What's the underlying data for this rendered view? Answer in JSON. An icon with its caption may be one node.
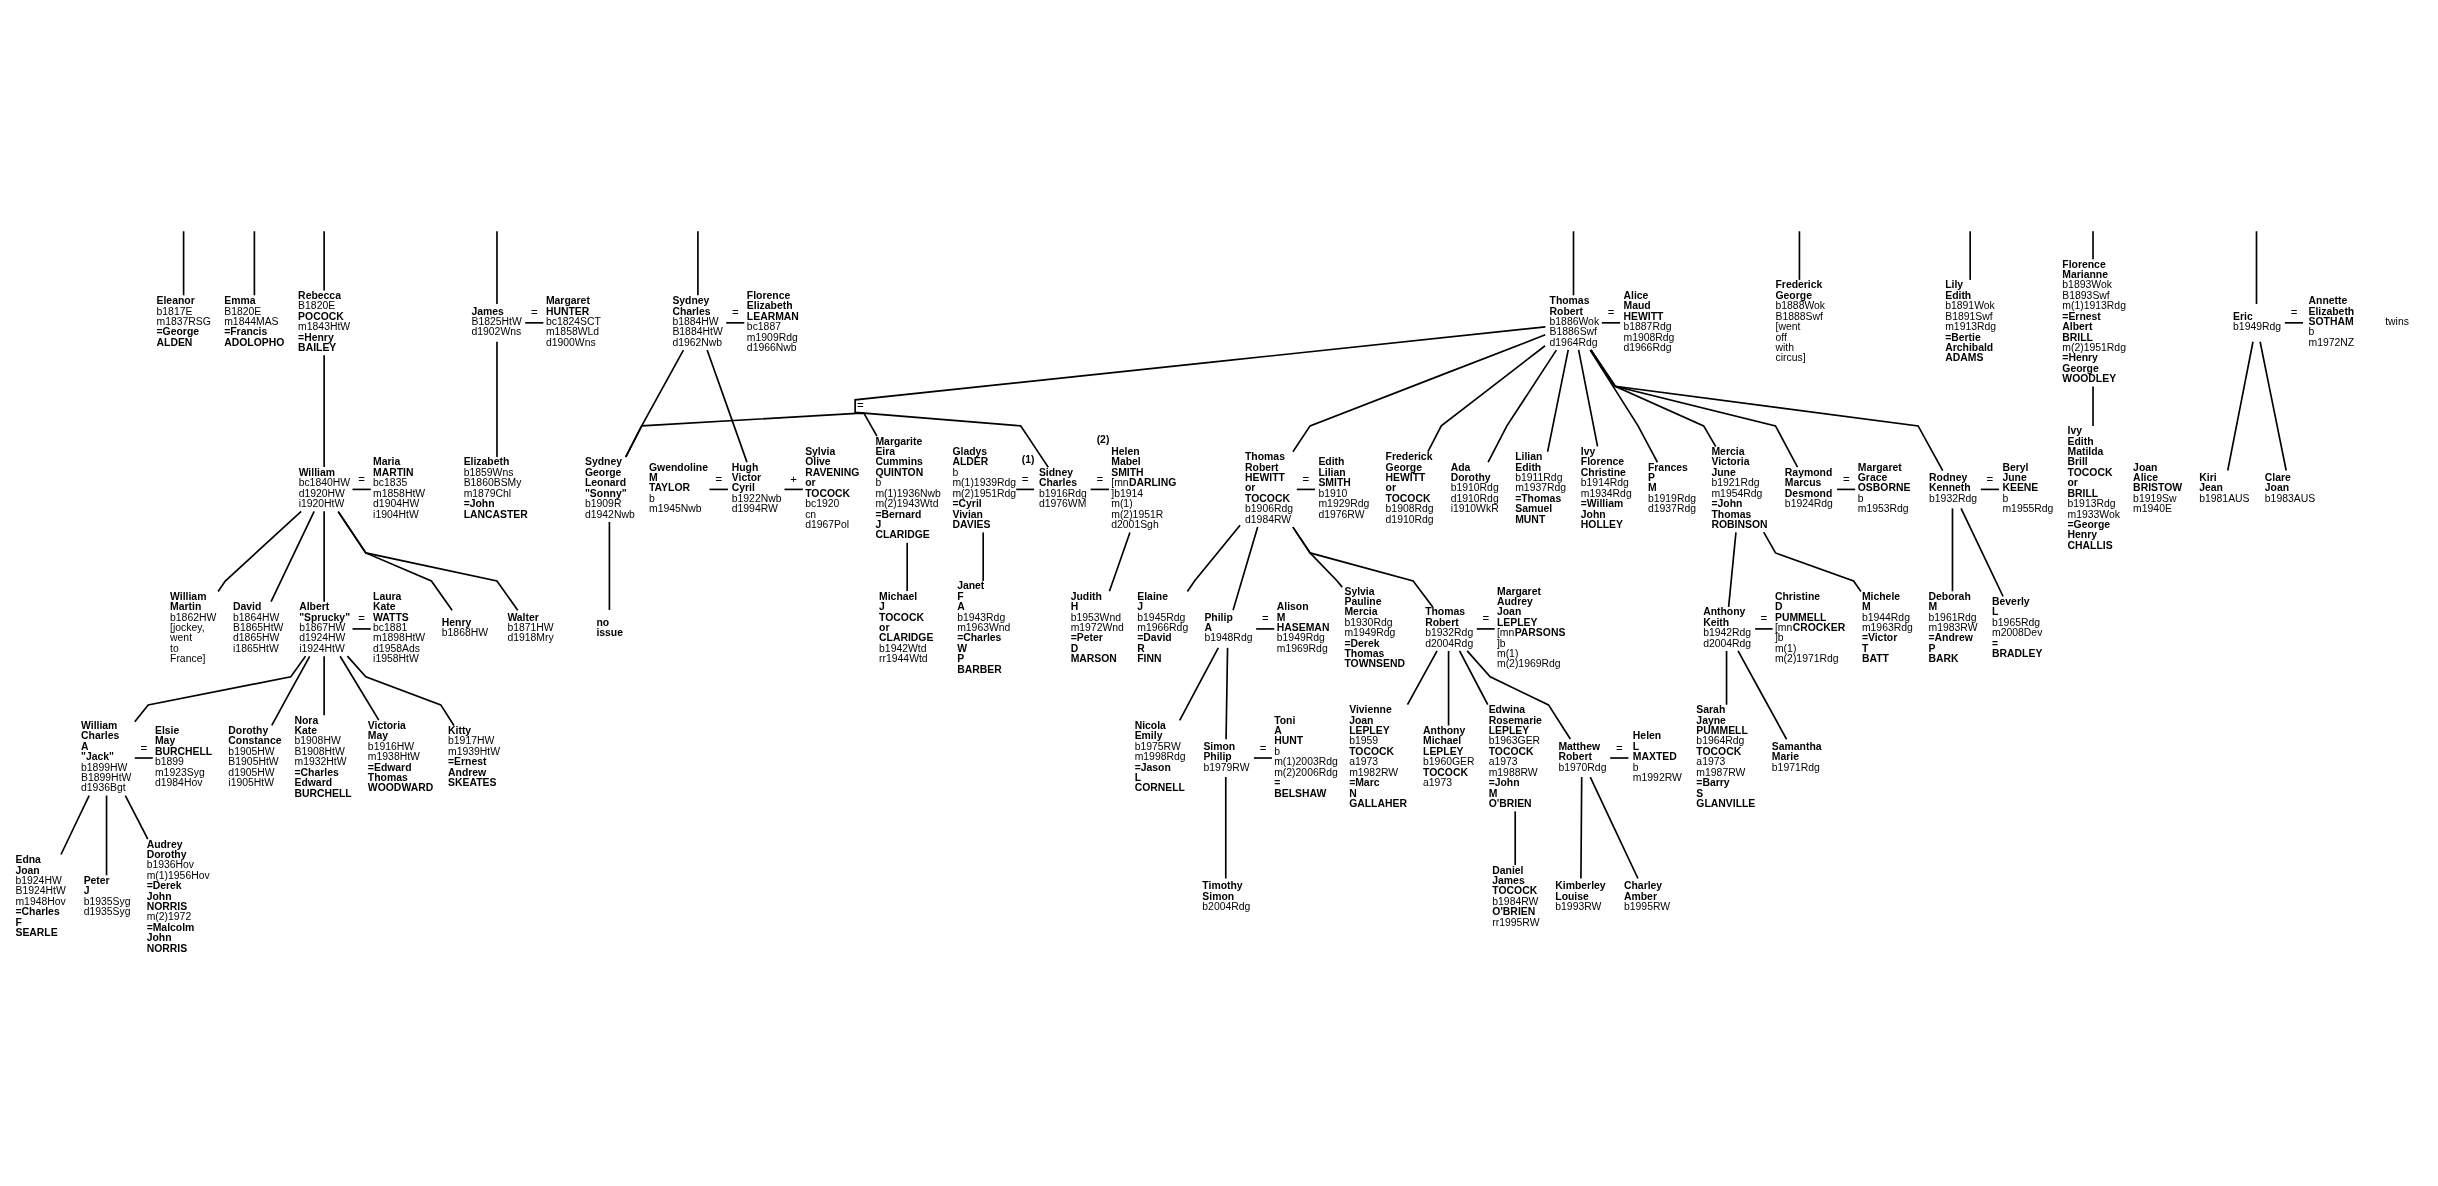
{
  "diagram": {
    "nodes": [
      {
        "text": [
          "Eleanor",
          "b1817E",
          "m1837RSG",
          "**=George ALDEN**"
        ]
      },
      {
        "text": [
          "Emma",
          "B1820E",
          "m1844MAS",
          "**=Francis ADOLOPHO**"
        ]
      },
      {
        "text": [
          "Rebecca",
          "B1820E",
          "**POCOCK**",
          "m1843HtW",
          "**=Henry BAILEY**"
        ]
      },
      {
        "text": [
          "James",
          "B1825HtW",
          "d1902Wns"
        ]
      },
      {
        "text": [
          "Margaret HUNTER",
          "bc1824SCT",
          "m1858WLd",
          "d1900Wns"
        ]
      },
      {
        "text": [
          "William",
          "bc1840HW",
          "d1920HW",
          "i1920HtW"
        ]
      },
      {
        "text": [
          "Maria MARTIN",
          "bc1835",
          "m1858HtW",
          "d1904HW",
          "i1904HtW"
        ]
      },
      {
        "text": [
          "Elizabeth",
          "b1859Wns",
          "B1860BSMy",
          "m1879Chl",
          "**=John LANCASTER**"
        ]
      },
      {
        "text": [
          "Sydney Charles",
          "b1884HW",
          "B1884HtW",
          "d1962Nwb"
        ]
      },
      {
        "text": [
          "Florence Elizabeth LEARMAN",
          "bc1887",
          "m1909Rdg",
          "d1966Nwb"
        ]
      },
      {
        "text": [
          "Thomas Robert",
          "b1886Wok",
          "B1886Swf",
          "d1964Rdg"
        ]
      },
      {
        "text": [
          "Alice Maud HEWITT",
          "b1887Rdg",
          "m1908Rdg",
          "d1966Rdg"
        ]
      },
      {
        "text": [
          "Frederick George",
          "b1888Wok",
          "B1888Swf",
          "[went off with circus]"
        ]
      },
      {
        "text": [
          "Lily Edith",
          "b1891Wok",
          "B1891Swf",
          "m1913Rdg",
          "**=Bertie Archibald ADAMS**"
        ]
      },
      {
        "text": [
          "Florence Marianne",
          "b1893Wok",
          "B1893Swf",
          "m(1)1913Rdg",
          "**=Ernest Albert BRILL**",
          "m(2)1951Rdg",
          "**=Henry George WOODLEY**"
        ]
      },
      {
        "text": [
          "William Martin",
          "b1862HW",
          "[jockey, went to France]"
        ]
      },
      {
        "text": [
          "David",
          "b1864HW",
          "B1865HtW",
          "d1865HW",
          "i1865HtW"
        ]
      },
      {
        "text": [
          "Albert \"Sprucky\"",
          "b1867HW",
          "d1924HW",
          "i1924HtW"
        ]
      },
      {
        "text": [
          "Laura Kate WATTS",
          "bc1881",
          "m1898HtW",
          "d1958Ads",
          "i1958HtW"
        ]
      },
      {
        "text": [
          "Henry",
          "b1868HW"
        ]
      },
      {
        "text": [
          "Walter",
          "b1871HW",
          "d1918Mry"
        ]
      },
      {
        "text": [
          "Joan Alice BRISTOW",
          "b1919Sw",
          "m1940E"
        ]
      },
      {
        "text": [
          "Sydney George Leonard \"Sonny\"",
          "b1909R",
          "d1942Nwb"
        ]
      },
      {
        "text": [
          "Margarite Eira Cummins QUINTON",
          "b",
          "m(1)1936Nwb",
          "m(2)1943Wtd",
          "**=Bernard J CLARIDGE**"
        ]
      },
      {
        "text": [
          "Gwendoline M TAYLOR",
          "b",
          "m1945Nwb"
        ]
      },
      {
        "text": [
          "Hugh Victor Cyril",
          "b1922Nwb",
          "d1994RW"
        ]
      },
      {
        "text": [
          "Sylvia Olive RAVENING or TOCOCK",
          "bc1920",
          "cn",
          "d1967Pol"
        ]
      },
      {
        "text": [
          "Thomas Robert HEWITT or TOCOCK",
          "b1906Rdg",
          "d1984RW"
        ]
      },
      {
        "text": [
          "Edith Lilian SMITH",
          "b1910",
          "m1929Rdg",
          "d1976RW"
        ]
      },
      {
        "text": [
          "Frederick George HEWITT or TOCOCK",
          "b1908Rdg",
          "d1910Rdg"
        ]
      },
      {
        "text": [
          "Ada Dorothy",
          "b1910Rdg",
          "d1910Rdg",
          "i1910WkR"
        ]
      },
      {
        "text": [
          "Lilian Edith",
          "b1911Rdg",
          "m1937Rdg",
          "**=Thomas Samuel MUNT**"
        ]
      },
      {
        "text": [
          "Ivy Florence Christine",
          "b1914Rdg",
          "m1934Rdg",
          "**=William John HOLLEY**"
        ]
      },
      {
        "text": [
          "Gladys ALDER",
          "b",
          "m(1)1939Rdg",
          "m(2)1951Rdg",
          "**=Cyril Vivian DAVIES**"
        ]
      },
      {
        "text": [
          "Sidney Charles",
          "b1916Rdg",
          "d1976WM"
        ],
        "beside": [
          "(1)"
        ]
      },
      {
        "text": [
          "Helen Mabel SMITH",
          "[mn**DARLING**]",
          "b1914",
          "m(1)",
          "m(2)1951R",
          "d2001Sgh"
        ],
        "beside": [
          "(2)"
        ]
      },
      {
        "text": [
          "Frances P M",
          "b1919Rdg",
          "d1937Rdg"
        ]
      },
      {
        "text": [
          "Mercia Victoria June",
          "b1921Rdg",
          "m1954Rdg",
          "**=John Thomas ROBINSON**"
        ]
      },
      {
        "text": [
          "Raymond Marcus Desmond",
          "b1924Rdg"
        ]
      },
      {
        "text": [
          "Margaret Grace OSBORNE",
          "b",
          "m1953Rdg"
        ]
      },
      {
        "text": [
          "Rodney Kenneth",
          "b1932Rdg"
        ]
      },
      {
        "text": [
          "Beryl June KEENE",
          "b",
          "m1955Rdg"
        ]
      },
      {
        "text": [
          "Ivy Edith Matilda Brill TOCOCK or BRILL",
          "b1913Rdg",
          "m1933Wok",
          "**=George Henry CHALLIS**"
        ]
      },
      {
        "text": [
          "William Charles A \"Jack\"",
          "b1899HW",
          "B1899HtW",
          "d1936Bgt"
        ]
      },
      {
        "text": [
          "Elsie May BURCHELL",
          "b1899",
          "m1923Syg",
          "d1984Hov"
        ]
      },
      {
        "text": [
          "Dorothy Constance",
          "b1905HW",
          "B1905HtW",
          "d1905HW",
          "i1905HtW"
        ]
      },
      {
        "text": [
          "Nora Kate",
          "b1908HW",
          "B1908HtW",
          "m1932HtW",
          "**=Charles Edward BURCHELL**"
        ]
      },
      {
        "text": [
          "Victoria May",
          "b1916HW",
          "m1938HtW",
          "**=Edward Thomas WOODWARD**"
        ]
      },
      {
        "text": [
          "Kitty",
          "b1917HW",
          "m1939HtW",
          "**=Ernest Andrew SKEATES**"
        ]
      },
      {
        "text": [
          "no issue"
        ]
      },
      {
        "text": [
          "Eric",
          "b1949Rdg"
        ]
      },
      {
        "text": [
          "Annette Elizabeth SOTHAM",
          "b",
          "m1972NZ"
        ]
      },
      {
        "text": [
          "Michael J TOCOCK or CLARIDGE",
          "b1942Wtd",
          "rr1944Wtd"
        ]
      },
      {
        "text": [
          "Sylvia Pauline Mercia",
          "b1930Rdg",
          "m1949Rdg",
          "**=Derek Thomas TOWNSEND**"
        ]
      },
      {
        "text": [
          "Thomas Robert",
          "b1932Rdg",
          "d2004Rdg"
        ]
      },
      {
        "text": [
          "Margaret Audrey Joan LEPLEY",
          "[mn**PARSONS**]",
          "b",
          "m(1)",
          "m(2)1969Rdg"
        ]
      },
      {
        "text": [
          "Elaine J",
          "b1945Rdg",
          "m1966Rdg",
          "**=David R FINN**"
        ]
      },
      {
        "text": [
          "Philip A",
          "b1948Rdg"
        ]
      },
      {
        "text": [
          "Alison M HASEMAN",
          "b1949Rdg",
          "m1969Rdg"
        ]
      },
      {
        "text": [
          "Janet F A",
          "b1943Rdg",
          "m1963Wnd",
          "**=Charles W P BARBER**"
        ]
      },
      {
        "text": [
          "Judith H",
          "b1953Wnd",
          "m1972Wnd",
          "**=Peter D MARSON**"
        ]
      },
      {
        "text": [
          "Anthony Keith",
          "b1942Rdg",
          "d2004Rdg"
        ]
      },
      {
        "text": [
          "Christine D PUMMELL",
          "[mn**CROCKER**]",
          "b",
          "m(1)",
          "m(2)1971Rdg"
        ]
      },
      {
        "text": [
          "Michele M",
          "b1944Rdg",
          "m1963Rdg",
          "**=Victor T BATT**"
        ]
      },
      {
        "text": [
          "Deborah M",
          "b1961Rdg",
          "m1983RW",
          "**=Andrew P BARK**"
        ]
      },
      {
        "text": [
          "Beverly L",
          "b1965Rdg",
          "m2008Dev",
          "**= BRADLEY**"
        ]
      },
      {
        "text": [
          "Edna Joan",
          "b1924HW",
          "B1924HtW",
          "m1948Hov",
          "**=Charles F SEARLE**"
        ]
      },
      {
        "text": [
          "Peter J",
          "b1935Syg",
          "d1935Syg"
        ]
      },
      {
        "text": [
          "Audrey Dorothy",
          "b1936Hov",
          "m(1)1956Hov",
          "**=Derek John NORRIS**",
          "m(2)1972",
          "**=Malcolm John NORRIS**"
        ]
      },
      {
        "text": [
          "Kiri Jean",
          "b1981AUS"
        ]
      },
      {
        "text": [
          "Clare Joan",
          "b1983AUS"
        ]
      },
      {
        "text": [
          "Vivienne Joan LEPLEY",
          "b1959",
          "**TOCOCK**",
          "a1973",
          "m1982RW",
          "**=Marc N GALLAHER**"
        ]
      },
      {
        "text": [
          "Anthony Michael LEPLEY",
          "b1960GER",
          "**TOCOCK**",
          "a1973"
        ]
      },
      {
        "text": [
          "Edwina Rosemarie LEPLEY",
          "b1963GER",
          "**TOCOCK**",
          "a1973",
          "m1988RW",
          "**=John M O'BRIEN**"
        ]
      },
      {
        "text": [
          "Matthew Robert",
          "b1970Rdg"
        ]
      },
      {
        "text": [
          "Helen L MAXTED",
          "b",
          "m1992RW"
        ]
      },
      {
        "text": [
          "Nicola Emily",
          "b1975RW",
          "m1998Rdg",
          "**=Jason L CORNELL**"
        ]
      },
      {
        "text": [
          "Simon Philip",
          "b1979RW"
        ]
      },
      {
        "text": [
          "Toni A HUNT",
          "b",
          "m(1)2003Rdg",
          "m(2)2006Rdg",
          "**= BELSHAW**"
        ]
      },
      {
        "text": [
          "Sarah Jayne PUMMELL",
          "b1964Rdg",
          "**TOCOCK**",
          "a1973",
          "m1987RW",
          "**=Barry S GLANVILLE**"
        ]
      },
      {
        "text": [
          "Samantha Marie",
          "b1971Rdg"
        ]
      },
      {
        "text": [
          "Daniel James TOCOCK",
          "b1984RW",
          "**O'BRIEN**",
          "rr1995RW"
        ]
      },
      {
        "text": [
          "Kimberley Louise",
          "b1993RW"
        ]
      },
      {
        "text": [
          "Charley Amber",
          "b1995RW"
        ]
      },
      {
        "text": [
          "Timothy Simon",
          "b2004Rdg"
        ]
      }
    ],
    "edges": [
      {
        "from": null,
        "to": 0,
        "arrow": "none"
      },
      {
        "from": null,
        "to": 1,
        "arrow": "none"
      },
      {
        "from": null,
        "to": 2,
        "arrow": "none"
      },
      {
        "from": null,
        "to": 3,
        "arrow": "none"
      },
      {
        "from": 3,
        "to": 4,
        "arrow": "none",
        "label": "="
      },
      {
        "from": 2,
        "to": 5,
        "arrow": "none"
      },
      {
        "from": 5,
        "to": 6,
        "arrow": "none",
        "label": "="
      },
      {
        "from": 3,
        "to": 7,
        "arrow": "none"
      },
      {
        "from": null,
        "to": 8,
        "arrow": "none"
      },
      {
        "from": null,
        "to": 10,
        "arrow": "none"
      },
      {
        "from": null,
        "to": 12,
        "arrow": "none"
      },
      {
        "from": null,
        "to": 13,
        "arrow": "none"
      },
      {
        "from": null,
        "to": 14,
        "arrow": "none"
      },
      {
        "from": 8,
        "to": 9,
        "arrow": "none",
        "label": "="
      },
      {
        "from": 10,
        "to": 11,
        "arrow": "none",
        "label": "="
      },
      {
        "from": 5,
        "to": 15,
        "arrow": "none"
      },
      {
        "from": 5,
        "to": 16,
        "arrow": "none"
      },
      {
        "from": 5,
        "to": 17,
        "arrow": "none"
      },
      {
        "from": 5,
        "to": 19,
        "arrow": "none"
      },
      {
        "from": 5,
        "to": 20,
        "arrow": "none"
      },
      {
        "from": 17,
        "to": 18,
        "arrow": "none",
        "label": "="
      },
      {
        "from": 14,
        "to": 42,
        "arrow": "none"
      },
      {
        "from": 8,
        "to": 22,
        "arrow": "none"
      },
      {
        "from": 8,
        "to": 25,
        "arrow": "none"
      },
      {
        "from": 22,
        "to": 23,
        "arrow": "none",
        "label": "="
      },
      {
        "from": 24,
        "to": 25,
        "arrow": "none",
        "label": "="
      },
      {
        "from": 25,
        "to": 26,
        "arrow": "none",
        "label": "+"
      },
      {
        "from": 10,
        "to": 27,
        "arrow": "none"
      },
      {
        "from": 10,
        "to": 29,
        "arrow": "none"
      },
      {
        "from": 10,
        "to": 30,
        "arrow": "none"
      },
      {
        "from": 10,
        "to": 31,
        "arrow": "none"
      },
      {
        "from": 10,
        "to": 32,
        "arrow": "none"
      },
      {
        "from": 10,
        "to": 34,
        "arrow": "none"
      },
      {
        "from": 10,
        "to": 36,
        "arrow": "none"
      },
      {
        "from": 10,
        "to": 37,
        "arrow": "none"
      },
      {
        "from": 10,
        "to": 38,
        "arrow": "none"
      },
      {
        "from": 10,
        "to": 40,
        "arrow": "none"
      },
      {
        "from": 27,
        "to": 28,
        "arrow": "none",
        "label": "="
      },
      {
        "from": 33,
        "to": 34,
        "arrow": "none",
        "label": "="
      },
      {
        "from": 34,
        "to": 35,
        "arrow": "none",
        "label": "="
      },
      {
        "from": 38,
        "to": 39,
        "arrow": "none",
        "label": "="
      },
      {
        "from": 40,
        "to": 41,
        "arrow": "none",
        "label": "="
      },
      {
        "from": 17,
        "to": 43,
        "arrow": "none"
      },
      {
        "from": 17,
        "to": 45,
        "arrow": "none"
      },
      {
        "from": 17,
        "to": 46,
        "arrow": "none"
      },
      {
        "from": 17,
        "to": 47,
        "arrow": "none"
      },
      {
        "from": 17,
        "to": 48,
        "arrow": "none"
      },
      {
        "from": 43,
        "to": 44,
        "arrow": "none",
        "label": "="
      },
      {
        "from": 22,
        "to": 49,
        "arrow": "none"
      },
      {
        "from": null,
        "to": 50,
        "arrow": "none"
      },
      {
        "from": 23,
        "to": 52,
        "arrow": "none"
      },
      {
        "from": 50,
        "to": 51,
        "arrow": "none",
        "label": "="
      },
      {
        "from": 27,
        "to": 53,
        "arrow": "none"
      },
      {
        "from": 27,
        "to": 54,
        "arrow": "none"
      },
      {
        "from": 27,
        "to": 56,
        "arrow": "none"
      },
      {
        "from": 27,
        "to": 57,
        "arrow": "none"
      },
      {
        "from": 54,
        "to": 55,
        "arrow": "none",
        "label": "="
      },
      {
        "from": 57,
        "to": 58,
        "arrow": "none",
        "label": "="
      },
      {
        "from": 33,
        "to": 59,
        "arrow": "none"
      },
      {
        "from": 35,
        "to": 60,
        "arrow": "none"
      },
      {
        "from": 37,
        "to": 61,
        "arrow": "none"
      },
      {
        "from": 37,
        "to": 63,
        "arrow": "none"
      },
      {
        "from": 61,
        "to": 62,
        "arrow": "none",
        "label": "="
      },
      {
        "from": 40,
        "to": 64,
        "arrow": "none"
      },
      {
        "from": 40,
        "to": 65,
        "arrow": "none"
      },
      {
        "from": 43,
        "to": 66,
        "arrow": "none"
      },
      {
        "from": 43,
        "to": 67,
        "arrow": "none"
      },
      {
        "from": 43,
        "to": 68,
        "arrow": "none"
      },
      {
        "from": 50,
        "to": 69,
        "arrow": "none"
      },
      {
        "from": 50,
        "to": 70,
        "arrow": "none"
      },
      {
        "from": 54,
        "to": 71,
        "arrow": "none"
      },
      {
        "from": 54,
        "to": 72,
        "arrow": "none"
      },
      {
        "from": 54,
        "to": 73,
        "arrow": "none"
      },
      {
        "from": 54,
        "to": 74,
        "arrow": "none"
      },
      {
        "from": 74,
        "to": 75,
        "arrow": "none",
        "label": "="
      },
      {
        "from": 57,
        "to": 76,
        "arrow": "none"
      },
      {
        "from": 57,
        "to": 77,
        "arrow": "none"
      },
      {
        "from": 77,
        "to": 78,
        "arrow": "none",
        "label": "="
      },
      {
        "from": 61,
        "to": 79,
        "arrow": "none"
      },
      {
        "from": 61,
        "to": 80,
        "arrow": "none"
      },
      {
        "from": 73,
        "to": 81,
        "arrow": "none"
      },
      {
        "from": 74,
        "to": 82,
        "arrow": "none"
      },
      {
        "from": 74,
        "to": 83,
        "arrow": "none"
      },
      {
        "from": 77,
        "to": 84,
        "arrow": "none"
      }
    ],
    "labels": [
      "twins"
    ]
  }
}
